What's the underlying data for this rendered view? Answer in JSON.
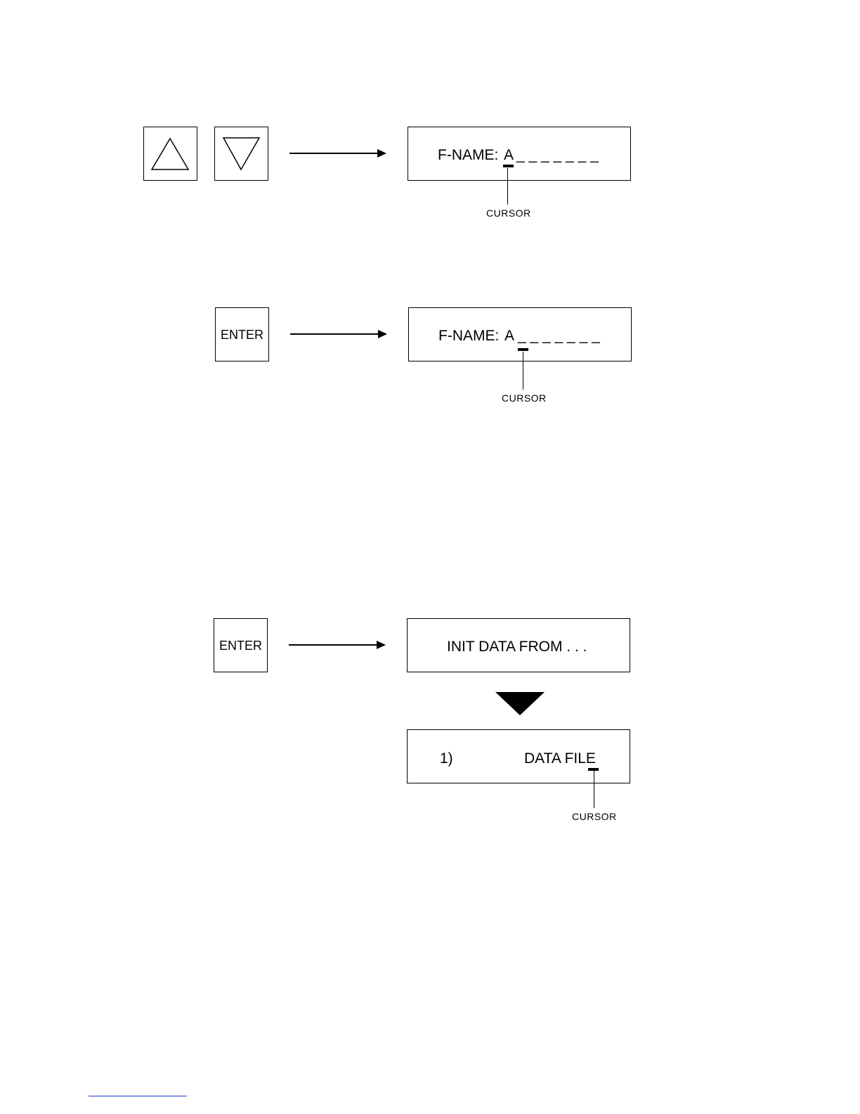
{
  "step1": {
    "keys": {
      "up_icon": "up-triangle-icon",
      "down_icon": "down-triangle-icon"
    },
    "display": {
      "label": "F-NAME:",
      "char": "A",
      "blanks": "_ _ _ _ _ _ _"
    },
    "cursor_label": "CURSOR"
  },
  "step2": {
    "key": {
      "label": "ENTER"
    },
    "display": {
      "label": "F-NAME:",
      "char": "A",
      "blanks": "_ _ _ _ _ _ _"
    },
    "cursor_label": "CURSOR"
  },
  "step3": {
    "key": {
      "label": "ENTER"
    },
    "display1": {
      "text": "INIT DATA FROM . . ."
    },
    "display2": {
      "index": "1)",
      "option": "DATA FILE"
    },
    "cursor_label": "CURSOR"
  }
}
